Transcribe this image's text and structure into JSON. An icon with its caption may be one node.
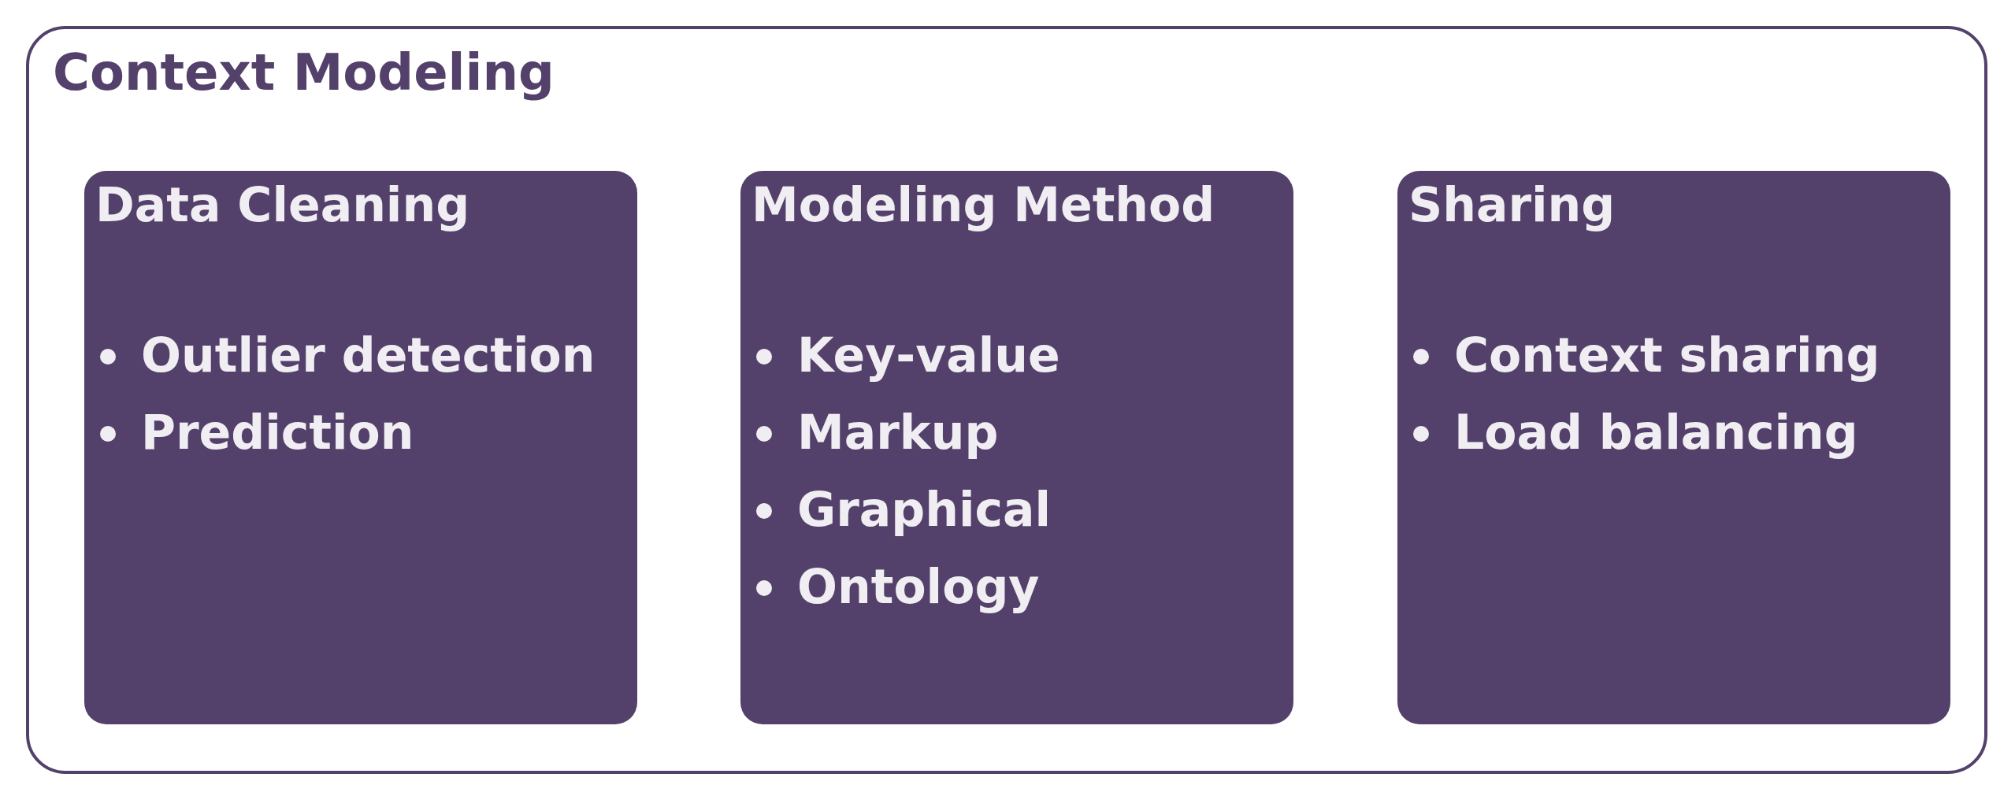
{
  "diagram": {
    "nodes": [
      {
        "text": [
          "Context Modeling"
        ]
      },
      {
        "text": [
          "Data Cleaning",
          "Outlier detection",
          "Prediction"
        ],
        "in": 0
      },
      {
        "text": [
          "Modeling Method",
          "Key-value",
          "Markup",
          "Graphical",
          "Ontology"
        ],
        "in": 0
      },
      {
        "text": [
          "Sharing",
          "Context sharing",
          "Load balancing"
        ],
        "in": 0
      }
    ],
    "edges": []
  }
}
